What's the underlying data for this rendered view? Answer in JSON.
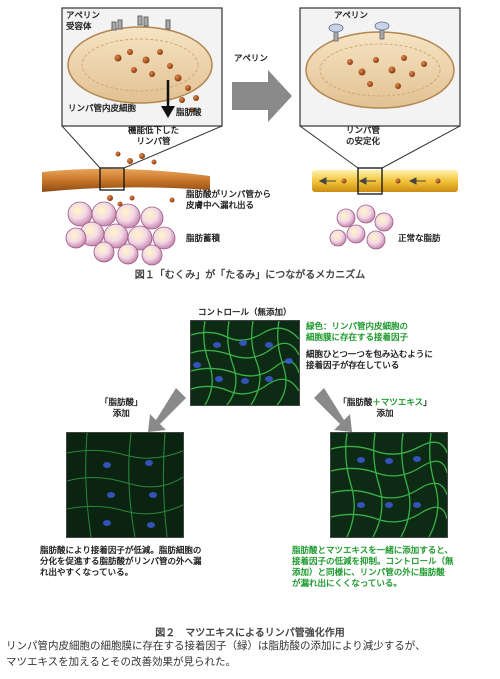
{
  "fig1": {
    "left": {
      "receptor": "アペリン\n受容体",
      "cell": "リンパ管内皮細胞",
      "fatty_acid": "脂肪酸",
      "dysfunction": "機能低下した\nリンパ管",
      "leak": "脂肪酸がリンパ管から\n皮膚中へ漏れ出る",
      "accumulation": "脂肪蓄積"
    },
    "right": {
      "apelin_mid": "アペリン",
      "apelin_top": "アペリン",
      "stabilization": "リンパ管\nの安定化",
      "normal_fat": "正常な脂肪"
    },
    "caption": "図１「むくみ」が「たるみ」につながるメカニズム"
  },
  "fig2": {
    "control_label": "コントロール（無添加）",
    "green_note": "緑色：リンパ管内皮細胞の\n細胞膜に存在する接着因子",
    "black_note": "細胞ひとつ一つを包み込むように\n接着因子が存在している",
    "fa_label": "「脂肪酸」\n添加",
    "fa_mk_label_pre": "「脂肪酸",
    "fa_mk_label_green": "＋マツエキス",
    "fa_mk_label_post": "」\n添加",
    "fa_note": "脂肪酸により接着因子が低減。脂肪細胞の\n分化を促進する脂肪酸がリンパ管の外へ漏\nれ出やすくなっている。",
    "fa_mk_note": "脂肪酸とマツエキスを一緒に添加すると、\n接着因子の低減を抑制。コントロール（無\n添加）と同様に、リンパ管の外に脂肪酸\nが漏れ出にくくなっている。",
    "caption": "図２　マツエキスによるリンパ管強化作用",
    "description": "リンパ管内皮細胞の細胞膜に存在する接着因子（緑）は脂肪酸の添加により減少するが、\nマツエキスを加えるとその改善効果が見られた。"
  },
  "colors": {
    "green_text": "#1e9a2e",
    "vessel_orange": "#c8762a",
    "arrow_gray": "#8a8a8a",
    "micro_green": "#2f9c3c"
  }
}
